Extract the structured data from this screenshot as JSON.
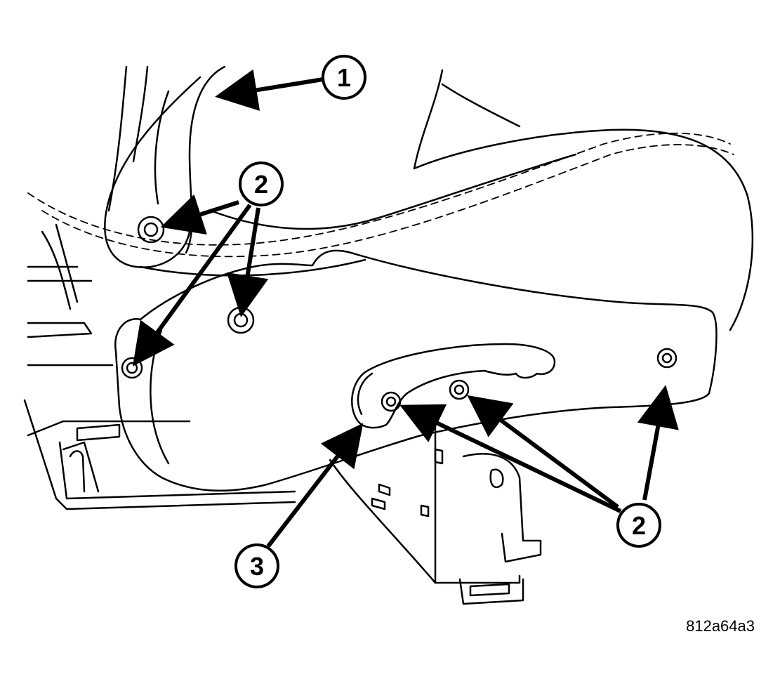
{
  "callouts": [
    {
      "id": "1",
      "label": "1"
    },
    {
      "id": "2a",
      "label": "2"
    },
    {
      "id": "2b",
      "label": "2"
    },
    {
      "id": "3",
      "label": "3"
    }
  ],
  "figure_code": "812a64a3",
  "colors": {
    "line": "#000000",
    "background": "#ffffff"
  }
}
